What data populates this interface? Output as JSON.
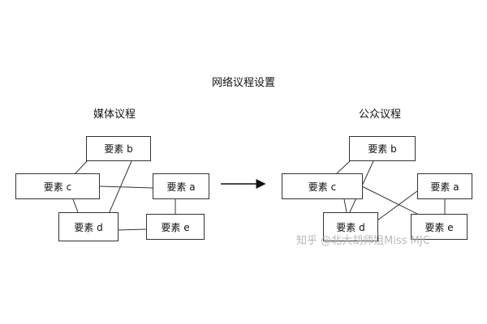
{
  "diagram": {
    "title": "网络议程设置",
    "left_title": "媒体议程",
    "right_title": "公众议程",
    "nodes": {
      "a": "要素 a",
      "b": "要素 b",
      "c": "要素 c",
      "d": "要素 d",
      "e": "要素 e"
    }
  },
  "watermark": "知乎 @北大胡师姐Miss MJC",
  "colors": {
    "line": "#333333",
    "arrow": "#111111",
    "watermark": "#b8b8b8"
  }
}
